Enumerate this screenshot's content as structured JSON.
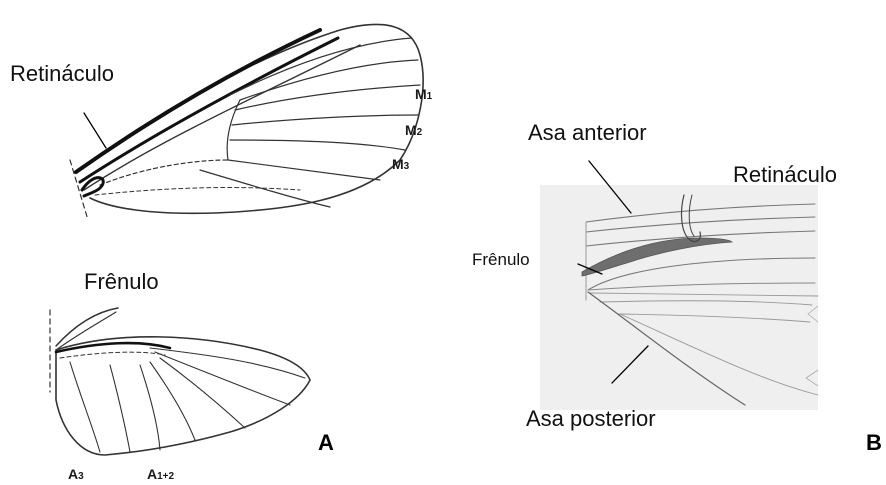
{
  "panel_a": {
    "letter": "A",
    "forewing_label": "Retináculo",
    "hindwing_label": "Frênulo",
    "vein_m1": {
      "main": "M",
      "sub": "1"
    },
    "vein_m2": {
      "main": "M",
      "sub": "2"
    },
    "vein_m3": {
      "main": "M",
      "sub": "3"
    },
    "vein_a3": {
      "main": "A",
      "sub": "3"
    },
    "vein_a12": {
      "main": "A",
      "sub": "1+2"
    }
  },
  "panel_b": {
    "letter": "B",
    "asa_anterior": "Asa anterior",
    "retinaculo": "Retináculo",
    "frenulo": "Frênulo",
    "asa_posterior": "Asa posterior"
  },
  "colors": {
    "stroke": "#333333",
    "frenulum_fill": "#6e6e6e",
    "inset_bg": "#ececec"
  }
}
